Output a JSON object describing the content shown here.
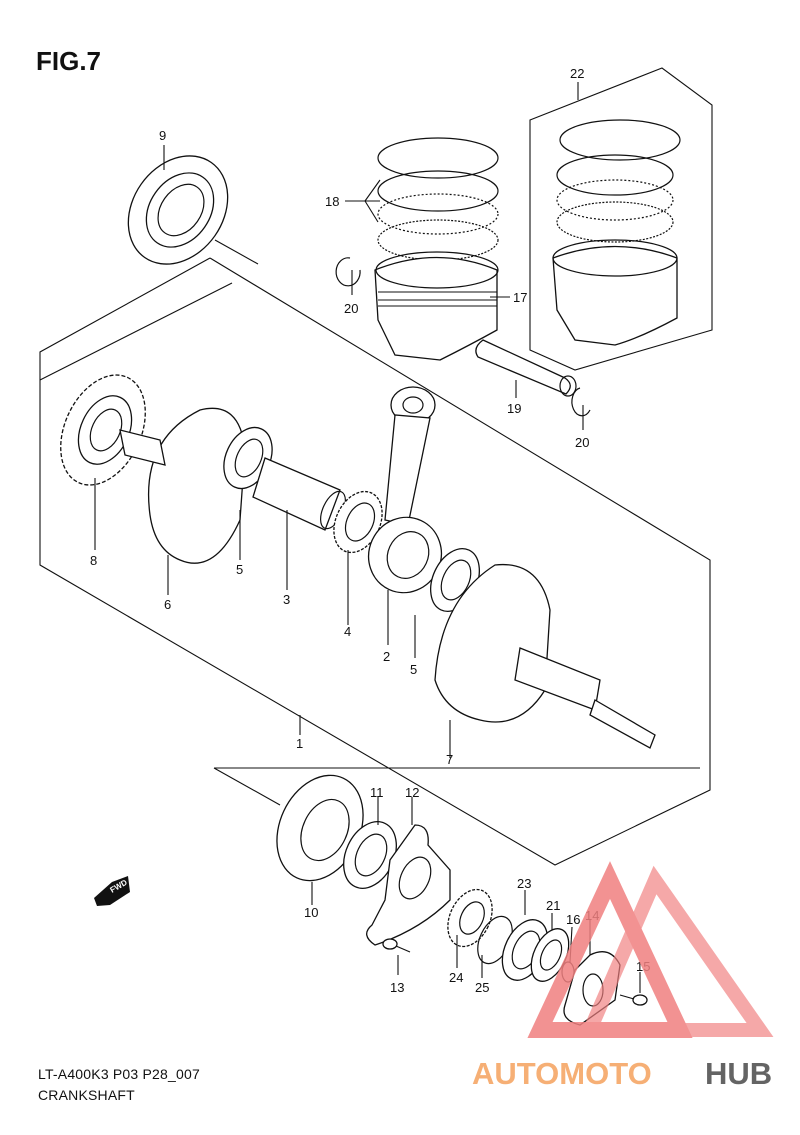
{
  "figure": {
    "title": "FIG.7",
    "model_code": "LT-A400K3 P03 P28_007",
    "section_name": "CRANKSHAFT"
  },
  "direction_marker": {
    "label": "FWD",
    "icon": "forward-arrow-icon"
  },
  "watermark": {
    "text_left": "AUTOMOTO",
    "text_right": "HUB",
    "color_left": "#f5a25d",
    "color_right": "#4a4a4a",
    "triangle_color": "#f08080"
  },
  "callouts": [
    {
      "number": "1"
    },
    {
      "number": "2"
    },
    {
      "number": "3"
    },
    {
      "number": "4"
    },
    {
      "number": "5"
    },
    {
      "number": "5"
    },
    {
      "number": "6"
    },
    {
      "number": "7"
    },
    {
      "number": "8"
    },
    {
      "number": "9"
    },
    {
      "number": "10"
    },
    {
      "number": "11"
    },
    {
      "number": "12"
    },
    {
      "number": "13"
    },
    {
      "number": "14"
    },
    {
      "number": "15"
    },
    {
      "number": "16"
    },
    {
      "number": "17"
    },
    {
      "number": "18"
    },
    {
      "number": "19"
    },
    {
      "number": "20"
    },
    {
      "number": "20"
    },
    {
      "number": "21"
    },
    {
      "number": "22"
    },
    {
      "number": "23"
    },
    {
      "number": "24"
    },
    {
      "number": "25"
    }
  ]
}
